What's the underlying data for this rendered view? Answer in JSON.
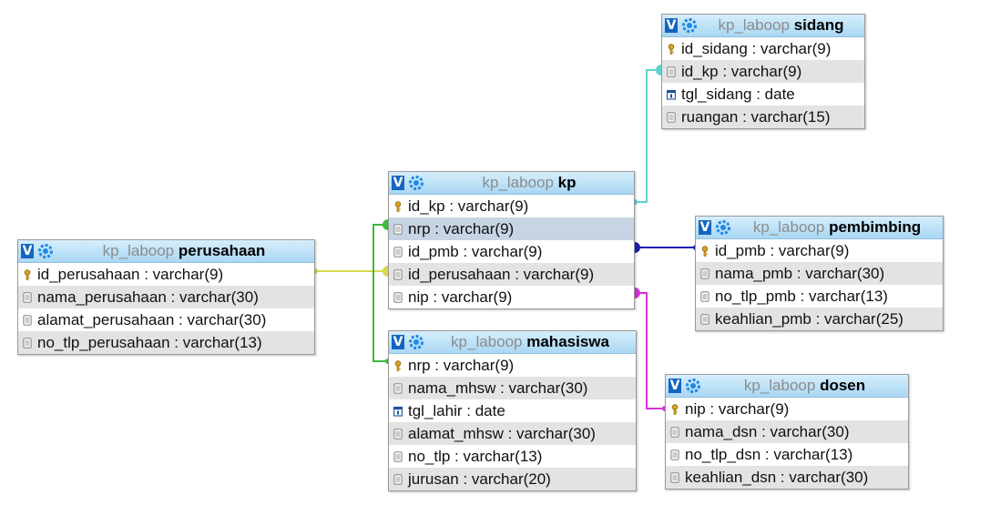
{
  "links_colors": {
    "kp_sidang": "#5fd2cc",
    "kp_pembimbing": "#1f1faf",
    "kp_dosen": "#d433d4",
    "kp_perusahaan": "#d8d84a",
    "kp_mahasiswa": "#3cba3c"
  },
  "tables": {
    "sidang": {
      "db": "kp_laboop",
      "name": "sidang",
      "columns": [
        {
          "text": "id_sidang : varchar(9)",
          "icon": "key-icon"
        },
        {
          "text": "id_kp : varchar(9)",
          "icon": "column-icon"
        },
        {
          "text": "tgl_sidang : date",
          "icon": "date-icon"
        },
        {
          "text": "ruangan : varchar(15)",
          "icon": "column-icon"
        }
      ]
    },
    "kp": {
      "db": "kp_laboop",
      "name": "kp",
      "columns": [
        {
          "text": "id_kp : varchar(9)",
          "icon": "key-icon"
        },
        {
          "text": "nrp : varchar(9)",
          "icon": "column-icon"
        },
        {
          "text": "id_pmb : varchar(9)",
          "icon": "column-icon"
        },
        {
          "text": "id_perusahaan : varchar(9)",
          "icon": "column-icon"
        },
        {
          "text": "nip : varchar(9)",
          "icon": "column-icon"
        }
      ]
    },
    "pembimbing": {
      "db": "kp_laboop",
      "name": "pembimbing",
      "columns": [
        {
          "text": "id_pmb : varchar(9)",
          "icon": "key-icon"
        },
        {
          "text": "nama_pmb : varchar(30)",
          "icon": "column-icon"
        },
        {
          "text": "no_tlp_pmb : varchar(13)",
          "icon": "column-icon"
        },
        {
          "text": "keahlian_pmb : varchar(25)",
          "icon": "column-icon"
        }
      ]
    },
    "perusahaan": {
      "db": "kp_laboop",
      "name": "perusahaan",
      "columns": [
        {
          "text": "id_perusahaan : varchar(9)",
          "icon": "key-icon"
        },
        {
          "text": "nama_perusahaan : varchar(30)",
          "icon": "column-icon"
        },
        {
          "text": "alamat_perusahaan : varchar(30)",
          "icon": "column-icon"
        },
        {
          "text": "no_tlp_perusahaan : varchar(13)",
          "icon": "column-icon"
        }
      ]
    },
    "mahasiswa": {
      "db": "kp_laboop",
      "name": "mahasiswa",
      "columns": [
        {
          "text": "nrp : varchar(9)",
          "icon": "key-icon"
        },
        {
          "text": "nama_mhsw : varchar(30)",
          "icon": "column-icon"
        },
        {
          "text": "tgl_lahir : date",
          "icon": "date-icon"
        },
        {
          "text": "alamat_mhsw : varchar(30)",
          "icon": "column-icon"
        },
        {
          "text": "no_tlp : varchar(13)",
          "icon": "column-icon"
        },
        {
          "text": "jurusan : varchar(20)",
          "icon": "column-icon"
        }
      ]
    },
    "dosen": {
      "db": "kp_laboop",
      "name": "dosen",
      "columns": [
        {
          "text": "nip : varchar(9)",
          "icon": "key-icon"
        },
        {
          "text": "nama_dsn : varchar(30)",
          "icon": "column-icon"
        },
        {
          "text": "no_tlp_dsn : varchar(13)",
          "icon": "column-icon"
        },
        {
          "text": "keahlian_dsn : varchar(30)",
          "icon": "column-icon"
        }
      ]
    }
  }
}
